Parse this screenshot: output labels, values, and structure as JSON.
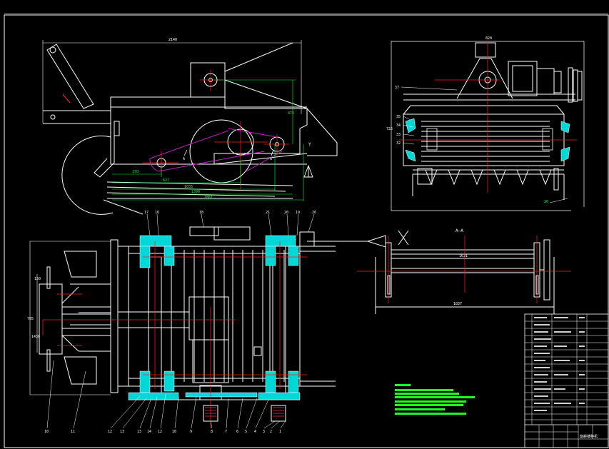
{
  "colors": {
    "background": "#000000",
    "frame": "#ffffff",
    "center_line": "#ff2020",
    "dimension": "#00ff40",
    "belt": "#c020c0",
    "section_fill": "#00d8d8",
    "note_fill": "#20ff20"
  },
  "front_view": {
    "overall_dim": "2140",
    "height_dim": "475",
    "tag_y": "Y",
    "section_marks": [
      "A",
      "A"
    ],
    "length_dims": [
      "170",
      "627",
      "1035",
      "1390",
      "1861"
    ]
  },
  "side_view": {
    "top_dim": "820",
    "left_labels": [
      "37",
      "35",
      "34",
      "33",
      "32"
    ],
    "left_dim": "725",
    "bottom_label": "30"
  },
  "section_view": {
    "title": "A—A",
    "dims": [
      "1631",
      "1837"
    ]
  },
  "plan_view": {
    "top_labels": [
      "17",
      "16",
      "18",
      "21",
      "20",
      "19",
      "26"
    ],
    "bottom_labels": [
      "10",
      "11",
      "12",
      "13",
      "13",
      "14",
      "12",
      "10",
      "9",
      "8",
      "7",
      "6",
      "5",
      "4",
      "3",
      "2",
      "1"
    ],
    "side_dims": [
      "150",
      "705",
      "1430"
    ]
  },
  "title_block": {
    "drawing_title": "旋耕播种机"
  }
}
